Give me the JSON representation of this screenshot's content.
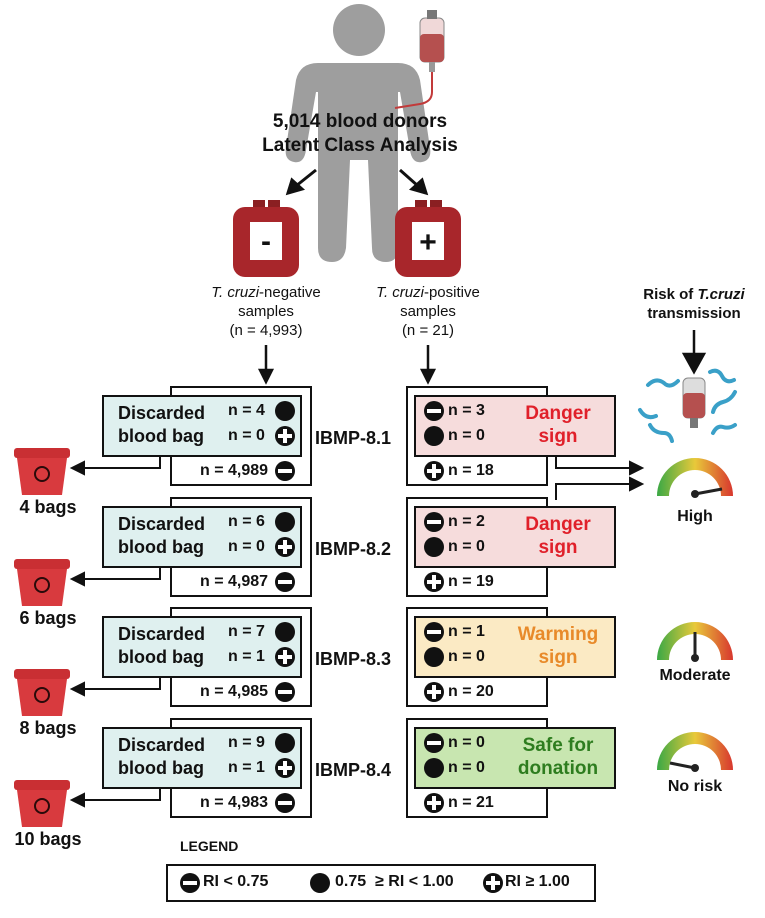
{
  "header": {
    "donors": "5,014 blood donors",
    "method": "Latent Class Analysis"
  },
  "negative_sample": {
    "symbol": "-",
    "species": "T. cruzi",
    "label": "-negative",
    "label2": "samples",
    "count": "(n = 4,993)"
  },
  "positive_sample": {
    "symbol": "+",
    "species": "T. cruzi",
    "label": "-positive",
    "label2": "samples",
    "count": "(n = 21)"
  },
  "risk_header": {
    "line1": "Risk of ",
    "species": "T.cruzi",
    "line2": "transmission"
  },
  "rows": [
    {
      "assay": "IBMP-8.1",
      "discard_label_1": "Discarded",
      "discard_label_2": "blood bag",
      "neg_grey": "n = 4",
      "neg_plus": "n = 0",
      "neg_minus": "n = 4,989",
      "bags": "4 bags",
      "pos_minus": "n = 3",
      "pos_grey": "n = 0",
      "pos_plus": "n = 18",
      "sign_1": "Danger",
      "sign_2": "sign",
      "sign_color": "#e0202a",
      "panel_color": "#f6dcdc"
    },
    {
      "assay": "IBMP-8.2",
      "discard_label_1": "Discarded",
      "discard_label_2": "blood bag",
      "neg_grey": "n = 6",
      "neg_plus": "n = 0",
      "neg_minus": "n = 4,987",
      "bags": "6 bags",
      "pos_minus": "n = 2",
      "pos_grey": "n = 0",
      "pos_plus": "n = 19",
      "sign_1": "Danger",
      "sign_2": "sign",
      "sign_color": "#e0202a",
      "panel_color": "#f6dcdc"
    },
    {
      "assay": "IBMP-8.3",
      "discard_label_1": "Discarded",
      "discard_label_2": "blood bag",
      "neg_grey": "n = 7",
      "neg_plus": "n = 1",
      "neg_minus": "n = 4,985",
      "bags": "8 bags",
      "pos_minus": "n = 1",
      "pos_grey": "n = 0",
      "pos_plus": "n = 20",
      "sign_1": "Warming",
      "sign_2": "sign",
      "sign_color": "#e88a2a",
      "panel_color": "#fbeac4"
    },
    {
      "assay": "IBMP-8.4",
      "discard_label_1": "Discarded",
      "discard_label_2": "blood bag",
      "neg_grey": "n = 9",
      "neg_plus": "n = 1",
      "neg_minus": "n = 4,983",
      "bags": "10 bags",
      "pos_minus": "n = 0",
      "pos_grey": "n = 0",
      "pos_plus": "n = 21",
      "sign_1": "Safe for",
      "sign_2": "donation",
      "sign_color": "#2e7d1f",
      "panel_color": "#c8e6b0"
    }
  ],
  "gauges": [
    {
      "label": "High",
      "level": 0.9
    },
    {
      "label": "Moderate",
      "level": 0.5
    },
    {
      "label": "No risk",
      "level": 0.1
    }
  ],
  "legend": {
    "title": "LEGEND",
    "item1": "RI < 0.75",
    "item2": "0.75  ≥ RI < 1.00",
    "item3": "RI ≥ 1.00"
  },
  "colors": {
    "neg_panel": "#dff0ef",
    "bag_red": "#a8262b",
    "container_red": "#d83a3e",
    "person_grey": "#9e9e9e",
    "parasite_blue": "#3aa0c8"
  },
  "icons": [
    "person-icon",
    "iv-bag-icon",
    "blood-bag-icon",
    "biohazard-container-icon",
    "parasite-icon",
    "gauge-icon",
    "minus-circle-icon",
    "dot-icon",
    "plus-circle-icon",
    "arrow-icon"
  ]
}
